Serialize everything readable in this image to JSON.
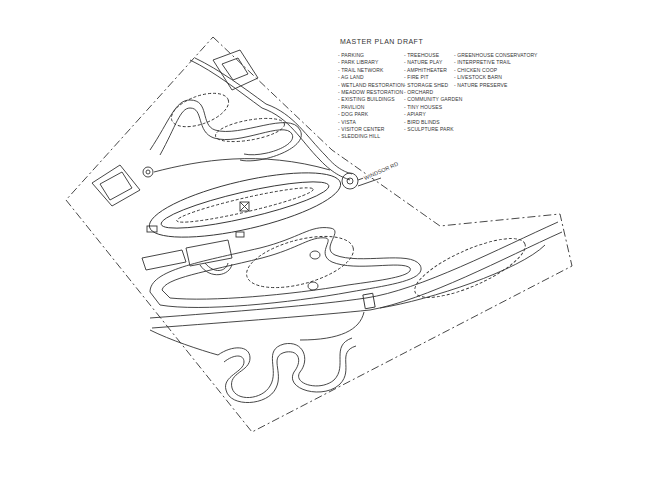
{
  "diagram": {
    "title": "MASTER PLAN DRAFT",
    "labels": [
      "- PARKING",
      "- PARK LIBRARY",
      "- TRAIL NETWORK",
      "- AG LAND",
      "- WETLAND RESTORATION",
      "- MEADOW RESTORATION",
      "- EXISTING BUILDINGS",
      "- PAVILION",
      "- DOG PARK",
      "- VISTA",
      "- VISITOR CENTER",
      "- SLEDDING HILL",
      "- TREEHOUSE",
      "- NATURE PLAY",
      "- AMPHITHEATER",
      "- FIRE PIT",
      "- STORAGE SHED",
      "- ORCHARD",
      "- COMMUNITY GARDEN",
      "- TINY HOUSES",
      "- APIARY",
      "- BIRD BLINDS",
      "- SCULPTURE PARK",
      "- GREENHOUSE CONSERVATORY",
      "- INTERPRETIVE TRAIL",
      "- CHICKEN COOP",
      "- LIVESTOCK BARN",
      "- NATURE PRESERVE",
      "WINDSOR RD"
    ]
  }
}
